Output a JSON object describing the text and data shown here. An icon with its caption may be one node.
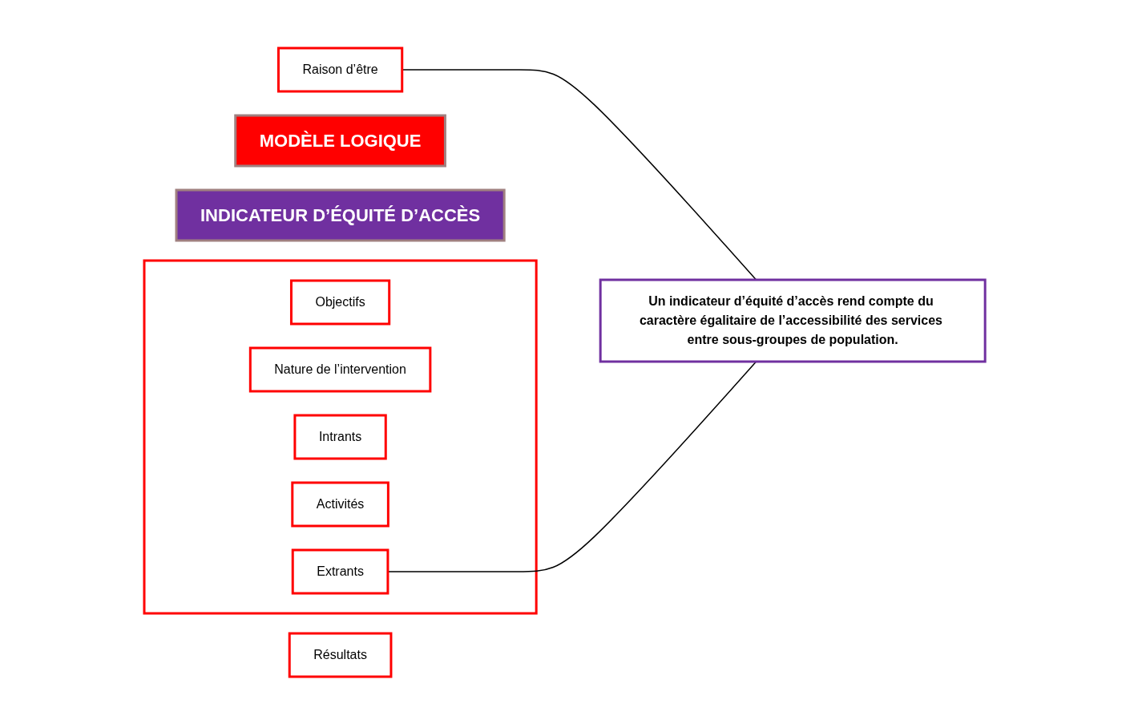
{
  "diagram": {
    "nodes": [
      {
        "text": [
          "MODÈLE LOGIQUE"
        ]
      },
      {
        "text": [
          "INDICATEUR D’ÉQUITÉ D’ACCÈS"
        ]
      },
      {
        "text": [
          "Raison d’être"
        ]
      },
      {
        "text": [],
        "shape": "box"
      },
      {
        "text": [
          "Objectifs"
        ],
        "in": 3
      },
      {
        "text": [
          "Nature de l’intervention"
        ],
        "in": 3
      },
      {
        "text": [
          "Intrants"
        ],
        "in": 3
      },
      {
        "text": [
          "Activités"
        ],
        "in": 3
      },
      {
        "text": [
          "Extrants"
        ],
        "in": 3
      },
      {
        "text": [
          "Résultats"
        ]
      },
      {
        "text": [
          "Un indicateur d’équité d’accès rend compte du caractère égalitaire de l’accessibilité des services entre sous-groupes de population."
        ]
      }
    ],
    "edges": [
      {
        "from": 2,
        "to": 10,
        "arrow": "none"
      },
      {
        "from": 8,
        "to": 10,
        "arrow": "none"
      }
    ]
  }
}
